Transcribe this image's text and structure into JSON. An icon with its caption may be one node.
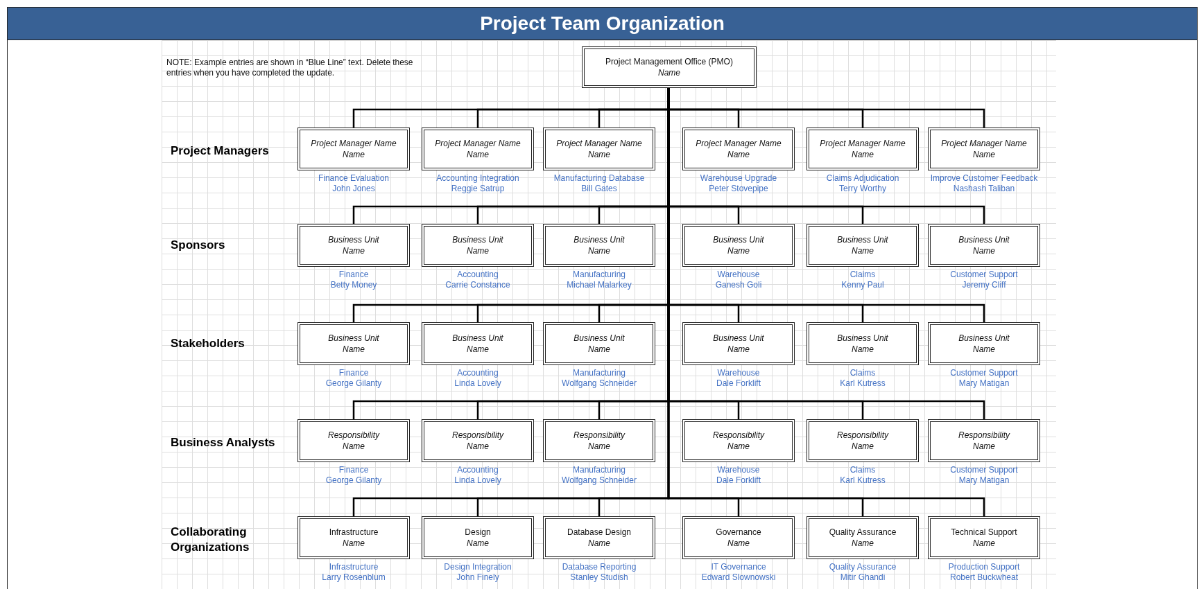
{
  "diagram": {
    "title": "Project Team Organization",
    "nodes": [
      {
        "text": [
          "Project Management Office (PMO)",
          "Name"
        ]
      },
      {
        "text": [
          "Project Manager Name",
          "Name"
        ],
        "beside": [
          "Finance Evaluation",
          "John Jones"
        ]
      },
      {
        "text": [
          "Project Manager Name",
          "Name"
        ],
        "beside": [
          "Accounting Integration",
          "Reggie Satrup"
        ]
      },
      {
        "text": [
          "Project Manager Name",
          "Name"
        ],
        "beside": [
          "Manufacturing Database",
          "Bill Gates"
        ]
      },
      {
        "text": [
          "Project Manager Name",
          "Name"
        ],
        "beside": [
          "Warehouse Upgrade",
          "Peter Stovepipe"
        ]
      },
      {
        "text": [
          "Project Manager Name",
          "Name"
        ],
        "beside": [
          "Claims Adjudication",
          "Terry Worthy"
        ]
      },
      {
        "text": [
          "Project Manager Name",
          "Name"
        ],
        "beside": [
          "Improve Customer Feedback",
          "Nashash Taliban"
        ]
      },
      {
        "text": [
          "Business Unit",
          "Name"
        ],
        "beside": [
          "Finance",
          "Betty Money"
        ]
      },
      {
        "text": [
          "Business Unit",
          "Name"
        ],
        "beside": [
          "Accounting",
          "Carrie Constance"
        ]
      },
      {
        "text": [
          "Business Unit",
          "Name"
        ],
        "beside": [
          "Manufacturing",
          "Michael Malarkey"
        ]
      },
      {
        "text": [
          "Business Unit",
          "Name"
        ],
        "beside": [
          "Warehouse",
          "Ganesh Goli"
        ]
      },
      {
        "text": [
          "Business Unit",
          "Name"
        ],
        "beside": [
          "Claims",
          "Kenny Paul"
        ]
      },
      {
        "text": [
          "Business Unit",
          "Name"
        ],
        "beside": [
          "Customer Support",
          "Jeremy Cliff"
        ]
      },
      {
        "text": [
          "Business Unit",
          "Name"
        ],
        "beside": [
          "Finance",
          "George Gilanty"
        ]
      },
      {
        "text": [
          "Business Unit",
          "Name"
        ],
        "beside": [
          "Accounting",
          "Linda Lovely"
        ]
      },
      {
        "text": [
          "Business Unit",
          "Name"
        ],
        "beside": [
          "Manufacturing",
          "Wolfgang Schneider"
        ]
      },
      {
        "text": [
          "Business Unit",
          "Name"
        ],
        "beside": [
          "Warehouse",
          "Dale Forklift"
        ]
      },
      {
        "text": [
          "Business Unit",
          "Name"
        ],
        "beside": [
          "Claims",
          "Karl Kutress"
        ]
      },
      {
        "text": [
          "Business Unit",
          "Name"
        ],
        "beside": [
          "Customer Support",
          "Mary Matigan"
        ]
      },
      {
        "text": [
          "Responsibility",
          "Name"
        ],
        "beside": [
          "Finance",
          "George Gilanty"
        ]
      },
      {
        "text": [
          "Responsibility",
          "Name"
        ],
        "beside": [
          "Accounting",
          "Linda Lovely"
        ]
      },
      {
        "text": [
          "Responsibility",
          "Name"
        ],
        "beside": [
          "Manufacturing",
          "Wolfgang Schneider"
        ]
      },
      {
        "text": [
          "Responsibility",
          "Name"
        ],
        "beside": [
          "Warehouse",
          "Dale Forklift"
        ]
      },
      {
        "text": [
          "Responsibility",
          "Name"
        ],
        "beside": [
          "Claims",
          "Karl Kutress"
        ]
      },
      {
        "text": [
          "Responsibility",
          "Name"
        ],
        "beside": [
          "Customer Support",
          "Mary Matigan"
        ]
      },
      {
        "text": [
          "Infrastructure",
          "Name"
        ],
        "beside": [
          "Infrastructure",
          "Larry Rosenblum"
        ]
      },
      {
        "text": [
          "Design",
          "Name"
        ],
        "beside": [
          "Design Integration",
          "John Finely"
        ]
      },
      {
        "text": [
          "Database Design",
          "Name"
        ],
        "beside": [
          "Database Reporting",
          "Stanley Studish"
        ]
      },
      {
        "text": [
          "Governance",
          "Name"
        ],
        "beside": [
          "IT Governance",
          "Edward Slownowski"
        ]
      },
      {
        "text": [
          "Quality Assurance",
          "Name"
        ],
        "beside": [
          "Quality Assurance",
          "Mitir Ghandi"
        ]
      },
      {
        "text": [
          "Technical Support",
          "Name"
        ],
        "beside": [
          "Production Support",
          "Robert Buckwheat"
        ]
      }
    ],
    "edges": [
      {
        "from": 0,
        "to": 1,
        "arrow": "none"
      },
      {
        "from": 0,
        "to": 2,
        "arrow": "none"
      },
      {
        "from": 0,
        "to": 3,
        "arrow": "none"
      },
      {
        "from": 0,
        "to": 4,
        "arrow": "none"
      },
      {
        "from": 0,
        "to": 5,
        "arrow": "none"
      },
      {
        "from": 0,
        "to": 6,
        "arrow": "none"
      },
      {
        "from": 0,
        "to": 7,
        "arrow": "none"
      },
      {
        "from": 0,
        "to": 8,
        "arrow": "none"
      },
      {
        "from": 0,
        "to": 9,
        "arrow": "none"
      },
      {
        "from": 0,
        "to": 10,
        "arrow": "none"
      },
      {
        "from": 0,
        "to": 11,
        "arrow": "none"
      },
      {
        "from": 0,
        "to": 12,
        "arrow": "none"
      },
      {
        "from": 0,
        "to": 13,
        "arrow": "none"
      },
      {
        "from": 0,
        "to": 14,
        "arrow": "none"
      },
      {
        "from": 0,
        "to": 15,
        "arrow": "none"
      },
      {
        "from": 0,
        "to": 16,
        "arrow": "none"
      },
      {
        "from": 0,
        "to": 17,
        "arrow": "none"
      },
      {
        "from": 0,
        "to": 18,
        "arrow": "none"
      },
      {
        "from": 0,
        "to": 19,
        "arrow": "none"
      },
      {
        "from": 0,
        "to": 20,
        "arrow": "none"
      },
      {
        "from": 0,
        "to": 21,
        "arrow": "none"
      },
      {
        "from": 0,
        "to": 22,
        "arrow": "none"
      },
      {
        "from": 0,
        "to": 23,
        "arrow": "none"
      },
      {
        "from": 0,
        "to": 24,
        "arrow": "none"
      },
      {
        "from": 0,
        "to": 25,
        "arrow": "none"
      },
      {
        "from": 0,
        "to": 26,
        "arrow": "none"
      },
      {
        "from": 0,
        "to": 27,
        "arrow": "none"
      },
      {
        "from": 0,
        "to": 28,
        "arrow": "none"
      },
      {
        "from": 0,
        "to": 29,
        "arrow": "none"
      },
      {
        "from": 0,
        "to": 30,
        "arrow": "none"
      }
    ],
    "labels": [
      "NOTE:  Example entries are shown in “Blue Line” text.  Delete these entries when you have completed the update.",
      "Project Managers",
      "Sponsors",
      "Stakeholders",
      "Business Analysts",
      "Collaborating Organizations"
    ]
  }
}
